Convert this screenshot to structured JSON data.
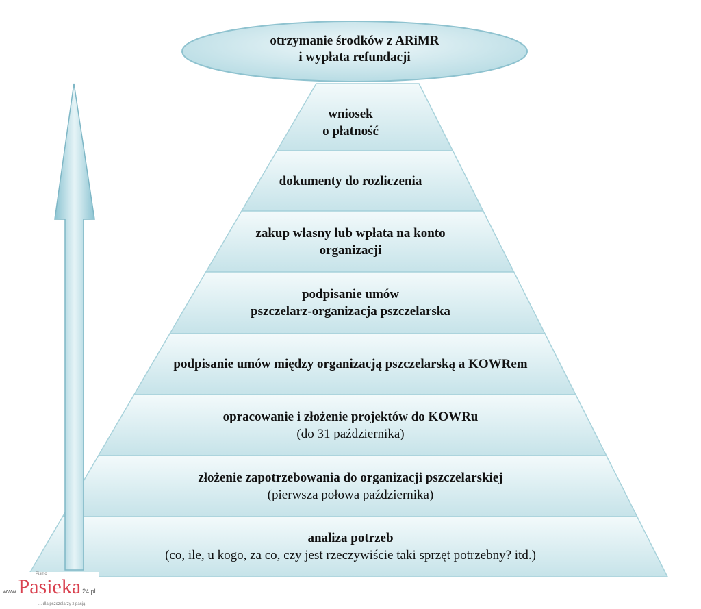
{
  "top": {
    "line1": "otrzymanie środków z ARiMR",
    "line2": "i wypłata refundacji"
  },
  "levels": [
    {
      "bold": "wniosek",
      "bold2": "o płatność",
      "normal": ""
    },
    {
      "bold": "dokumenty do rozliczenia",
      "bold2": "",
      "normal": ""
    },
    {
      "bold": "zakup własny lub wpłata na konto",
      "bold2": "organizacji",
      "normal": ""
    },
    {
      "bold": "podpisanie umów",
      "bold2": "pszczelarz-organizacja pszczelarska",
      "normal": ""
    },
    {
      "bold": "podpisanie umów między organizacją pszczelarską a KOWRem",
      "bold2": "",
      "normal": ""
    },
    {
      "bold": "opracowanie i złożenie projektów do KOWRu",
      "bold2": "",
      "normal": "(do 31 października)"
    },
    {
      "bold": "złożenie zapotrzebowania do organizacji pszczelarskiej",
      "bold2": "",
      "normal": "(pierwsza połowa października)"
    },
    {
      "bold": "analiza potrzeb",
      "bold2": "",
      "normal": "(co, ile, u kogo, za co, czy jest rzeczywiście taki sprzęt potrzebny? itd.)"
    }
  ],
  "watermark": {
    "www": "www.",
    "brand": "Pasieka",
    "tld": "24.pl",
    "pismo": "Pismo",
    "tagline": "... dla pszczelarzy z pasją"
  },
  "colors": {
    "fill_light": "#eef7f9",
    "fill_dark": "#bfe0e6",
    "stroke": "#9ccbd5",
    "text": "#111111",
    "brand": "#d9414f"
  }
}
